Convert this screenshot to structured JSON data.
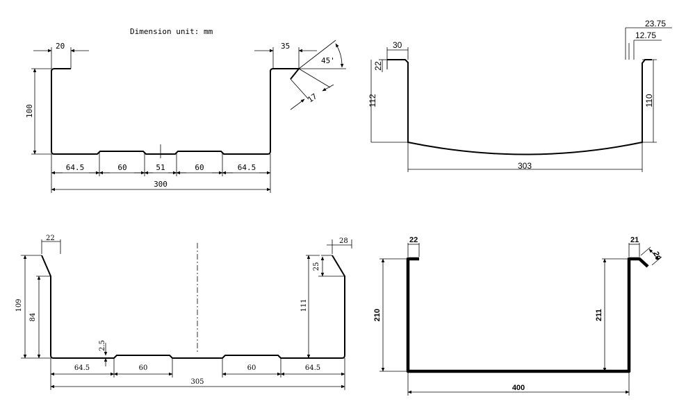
{
  "title": "Dimension unit: mm",
  "profile_a": {
    "lip_left": "20",
    "lip_right": "35",
    "height": "100",
    "angle": "45'",
    "lip_depth": "17",
    "seg1": "64.5",
    "seg2": "60",
    "seg3": "51",
    "seg4": "60",
    "seg5": "64.5",
    "width": "300"
  },
  "profile_b": {
    "lip_left": "30",
    "lip_left_height": "22",
    "height_left": "112",
    "lip_right_outer": "23.75",
    "lip_right_inner": "12.75",
    "height_right": "110",
    "width": "303"
  },
  "profile_c": {
    "lip_left": "22",
    "height_left": "109",
    "inner_left": "84",
    "lip_right": "28",
    "lip_right_height": "25",
    "height_right": "111",
    "step": "2.5",
    "seg1": "64.5",
    "seg2": "60",
    "seg4": "60",
    "seg5": "64.5",
    "width": "305"
  },
  "profile_d": {
    "lip_left": "22",
    "lip_right": "21",
    "lip_angle": "20",
    "height_left": "210",
    "height_right": "211",
    "width": "400"
  }
}
